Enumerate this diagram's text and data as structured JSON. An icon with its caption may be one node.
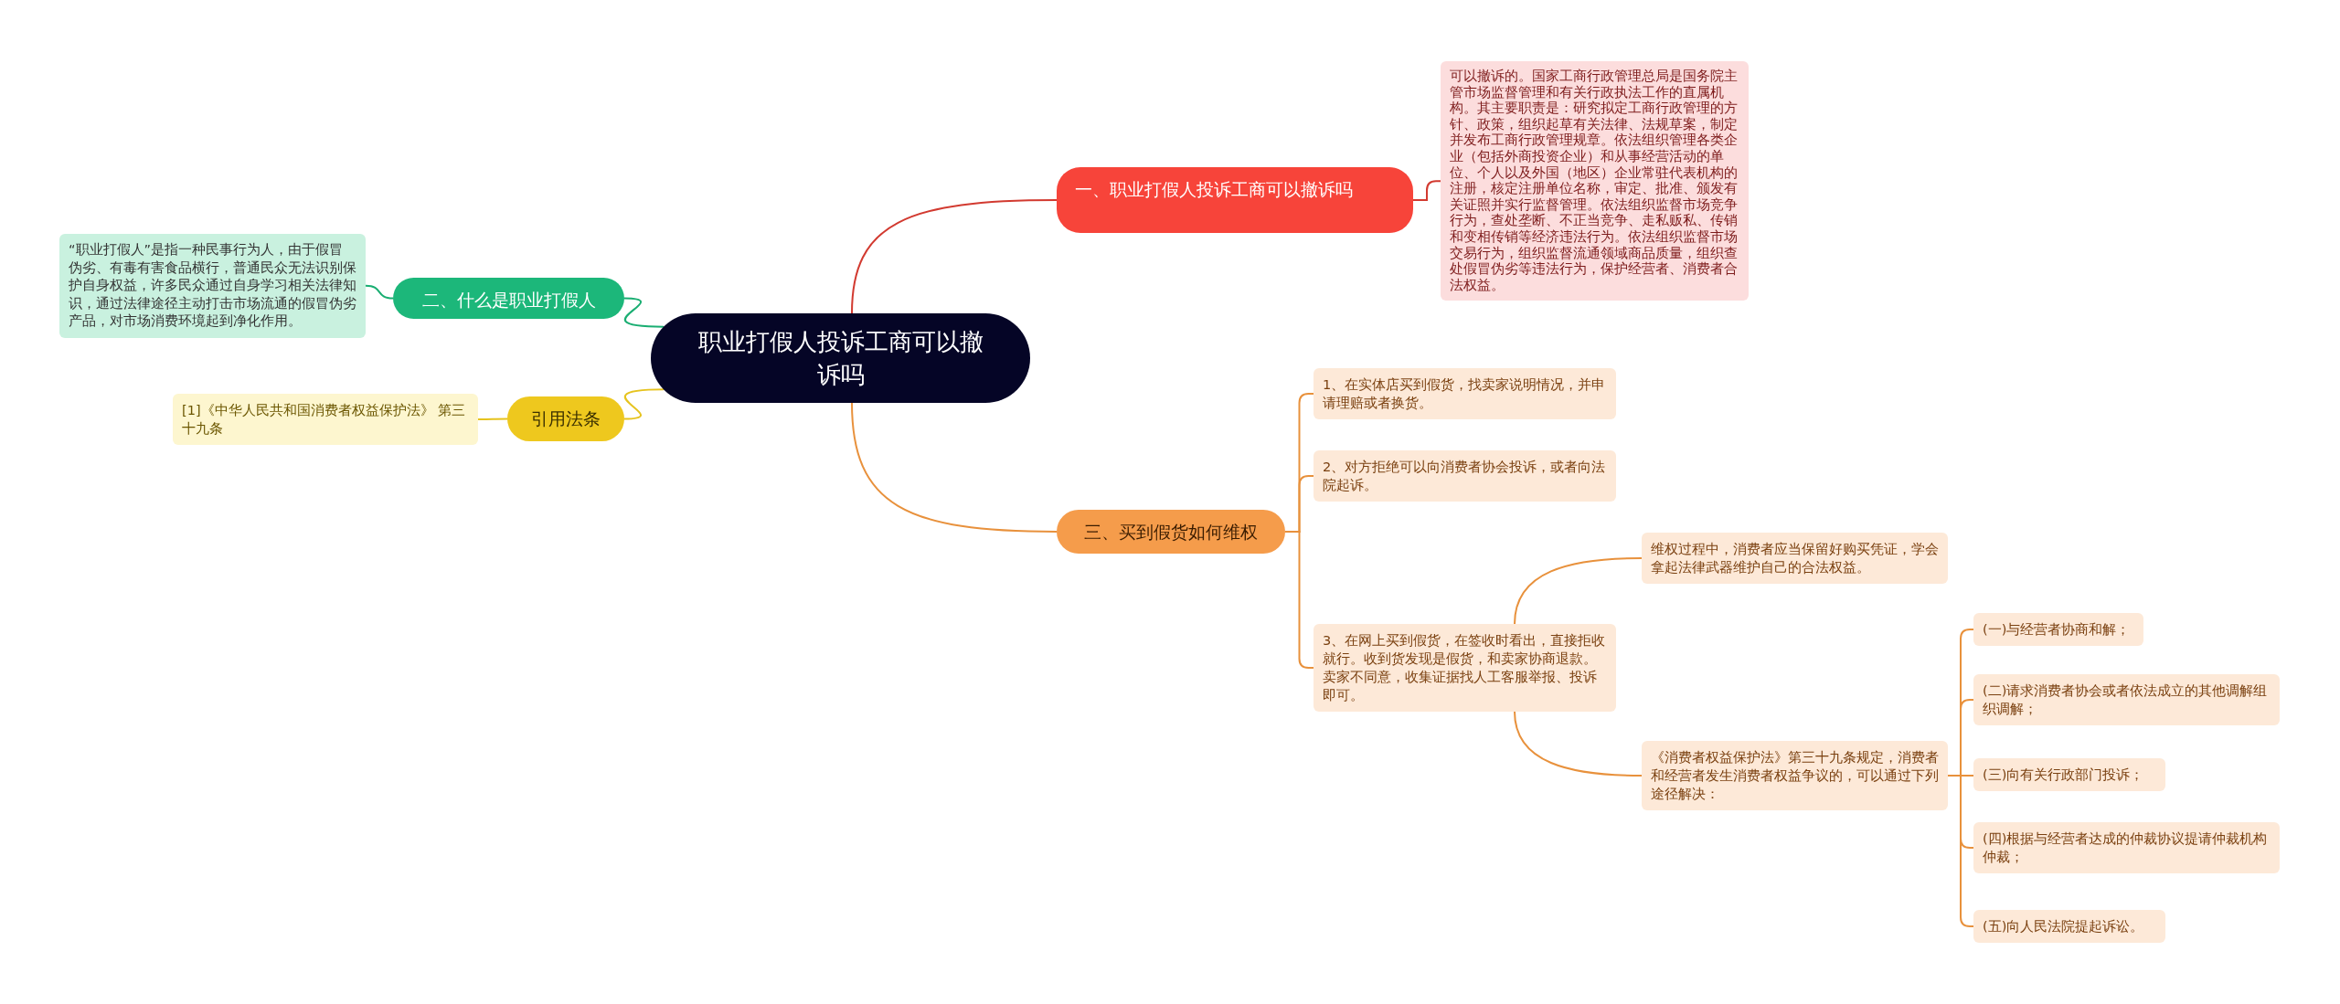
{
  "diagram": {
    "nodes": [
      {
        "text": [
          "职业打假人投诉工商可以撤诉吗"
        ]
      },
      {
        "text": [
          "一、职业打假人投诉工商可以撤诉吗"
        ]
      },
      {
        "text": [
          "可以撤诉的。国家工商行政管理总局是国务院主管市场监督管理和有关行政执法工作的直属机构。其主要职责是：研究拟定工商行政管理的方针、政策，组织起草有关法律、法规草案，制定并发布工商行政管理规章。依法组织管理各类企业（包括外商投资企业）和从事经营活动的单位、个人以及外国（地区）企业常驻代表机构的注册，核定注册单位名称，审定、批准、颁发有关证照并实行监督管理。依法组织监督市场竞争行为，查处垄断、不正当竞争、走私贩私、传销和变相传销等经济违法行为。依法组织监督市场交易行为，组织监督流通领域商品质量，组织查处假冒伪劣等违法行为，保护经营者、消费者合法权益。"
        ]
      },
      {
        "text": [
          "二、什么是职业打假人"
        ]
      },
      {
        "text": [
          "“职业打假人”是指一种民事行为人，由于假冒伪劣、有毒有害食品横行，普通民众无法识别保护自身权益，许多民众通过自身学习相关法律知识，通过法律途径主动打击市场流通的假冒伪劣产品，对市场消费环境起到净化作用。"
        ]
      },
      {
        "text": [
          "引用法条"
        ]
      },
      {
        "text": [
          "[1]《中华人民共和国消费者权益保护法》 第三十九条"
        ]
      },
      {
        "text": [
          "三、买到假货如何维权"
        ]
      },
      {
        "text": [
          "1、在实体店买到假货，找卖家说明情况，并申请理赔或者换货。"
        ]
      },
      {
        "text": [
          "2、对方拒绝可以向消费者协会投诉，或者向法院起诉。"
        ]
      },
      {
        "text": [
          "3、在网上买到假货，在签收时看出，直接拒收就行。收到货发现是假货，和卖家协商退款。卖家不同意，收集证据找人工客服举报、投诉即可。"
        ]
      },
      {
        "text": [
          "维权过程中，消费者应当保留好购买凭证，学会拿起法律武器维护自己的合法权益。"
        ]
      },
      {
        "text": [
          "《消费者权益保护法》第三十九条规定，消费者和经营者发生消费者权益争议的，可以通过下列途径解决："
        ]
      },
      {
        "text": [
          "(一)与经营者协商和解；"
        ]
      },
      {
        "text": [
          "(二)请求消费者协会或者依法成立的其他调解组织调解；"
        ]
      },
      {
        "text": [
          "(三)向有关行政部门投诉；"
        ]
      },
      {
        "text": [
          "(四)根据与经营者达成的仲裁协议提请仲裁机构仲裁；"
        ]
      },
      {
        "text": [
          "(五)向人民法院提起诉讼。"
        ]
      }
    ],
    "edges": [
      {
        "from": 0,
        "to": 1,
        "arrow": "none",
        "color": "#d23a30"
      },
      {
        "from": 1,
        "to": 2,
        "arrow": "none",
        "color": "#d23a30"
      },
      {
        "from": 0,
        "to": 3,
        "arrow": "none",
        "color": "#1aae72"
      },
      {
        "from": 3,
        "to": 4,
        "arrow": "none",
        "color": "#1aae72"
      },
      {
        "from": 0,
        "to": 5,
        "arrow": "none",
        "color": "#e6c31e"
      },
      {
        "from": 5,
        "to": 6,
        "arrow": "none",
        "color": "#e6c31e"
      },
      {
        "from": 0,
        "to": 7,
        "arrow": "none"
      },
      {
        "from": 7,
        "to": 8,
        "arrow": "none"
      },
      {
        "from": 7,
        "to": 9,
        "arrow": "none"
      },
      {
        "from": 7,
        "to": 10,
        "arrow": "none"
      },
      {
        "from": 10,
        "to": 11,
        "arrow": "none"
      },
      {
        "from": 10,
        "to": 12,
        "arrow": "none"
      },
      {
        "from": 12,
        "to": 13,
        "arrow": "none"
      },
      {
        "from": 12,
        "to": 14,
        "arrow": "none"
      },
      {
        "from": 12,
        "to": 15,
        "arrow": "none"
      },
      {
        "from": 12,
        "to": 16,
        "arrow": "none"
      },
      {
        "from": 12,
        "to": 17,
        "arrow": "none"
      }
    ]
  }
}
